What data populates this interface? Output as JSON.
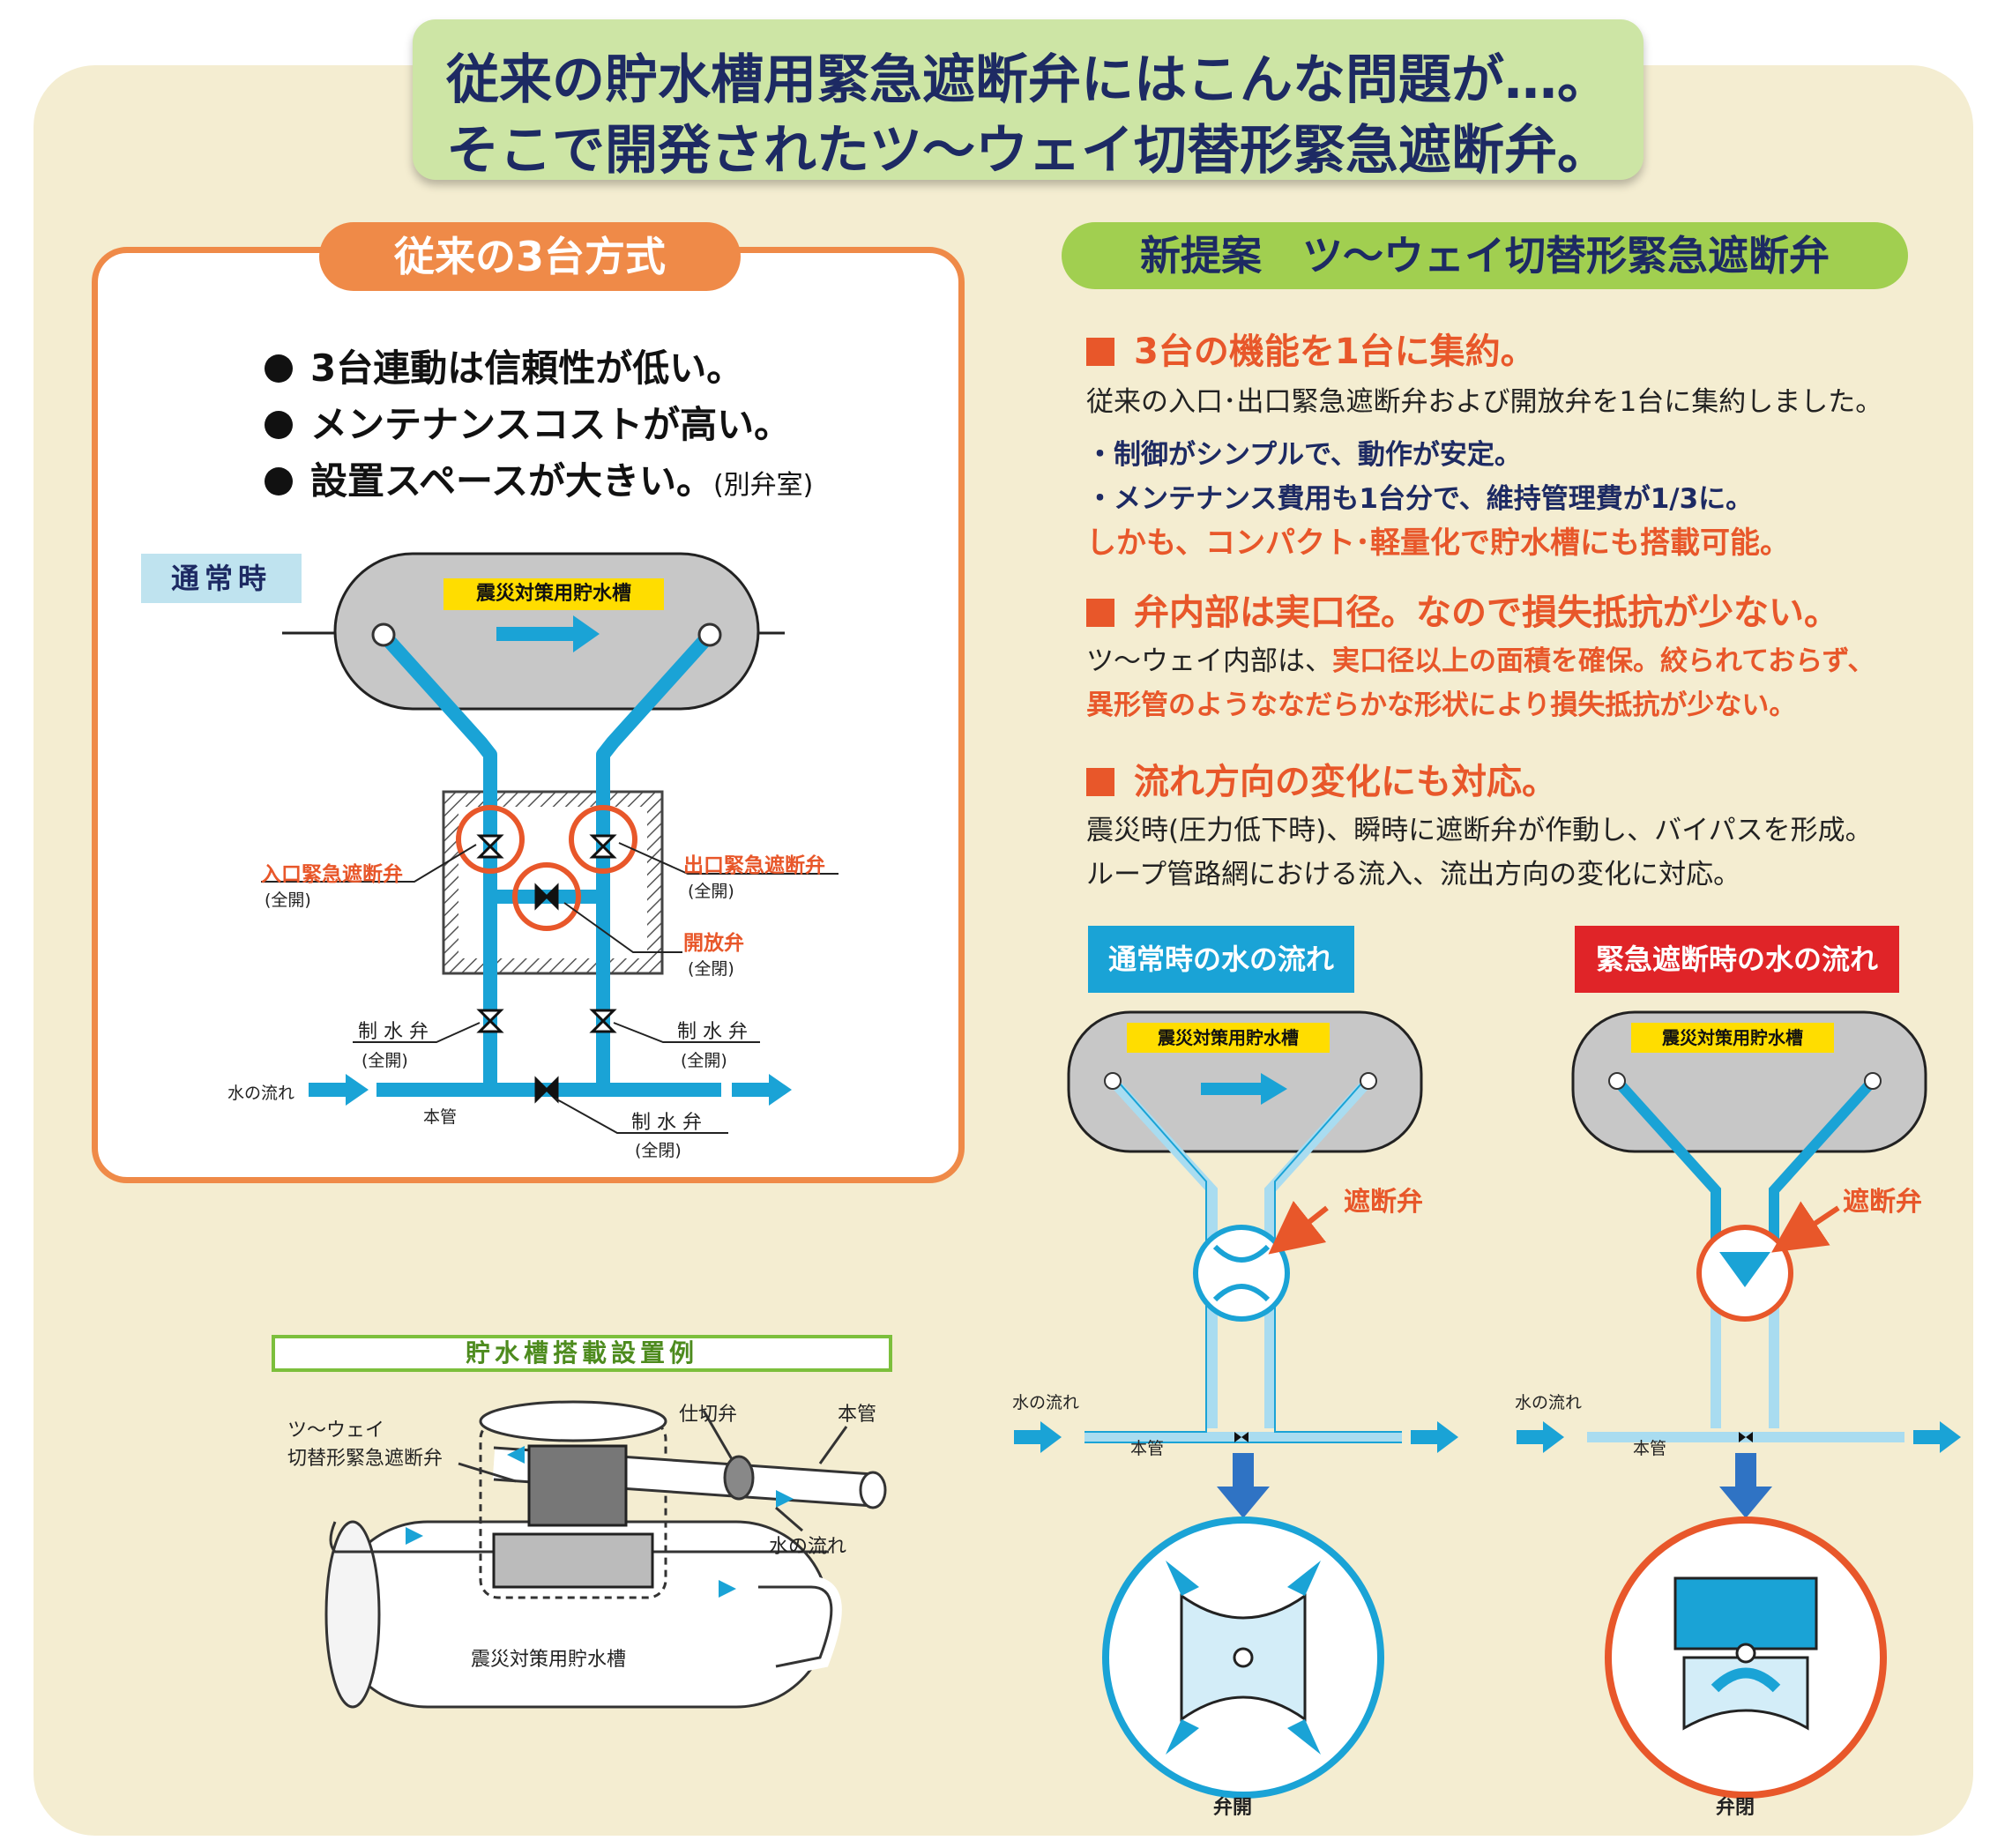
{
  "title": {
    "line1": "従来の貯水槽用緊急遮断弁にはこんな問題が…。",
    "line2": "そこで開発されたツ～ウェイ切替形緊急遮断弁。"
  },
  "old_system": {
    "header": "従来の3台方式",
    "bullets": [
      {
        "text": "3台連動は信頼性が低い。",
        "note": ""
      },
      {
        "text": "メンテナンスコストが高い。",
        "note": ""
      },
      {
        "text": "設置スペースが大きい。",
        "note": "(別弁室)"
      }
    ],
    "diagram": {
      "mode_tag": "通常時",
      "tank_label": "震災対策用貯水槽",
      "inlet_valve": "入口緊急遮断弁",
      "inlet_valve_state": "(全開)",
      "outlet_valve": "出口緊急遮断弁",
      "outlet_valve_state": "(全開)",
      "release_valve": "開放弁",
      "release_valve_state": "(全閉)",
      "control_valve_left": "制 水 弁",
      "control_valve_left_state": "(全開)",
      "control_valve_right": "制 水 弁",
      "control_valve_right_state": "(全開)",
      "control_valve_main": "制 水 弁",
      "control_valve_main_state": "(全閉)",
      "water_flow": "水の流れ",
      "main_pipe": "本管"
    }
  },
  "new_proposal": {
    "header": "新提案　ツ～ウェイ切替形緊急遮断弁",
    "sections": [
      {
        "heading": "3台の機能を1台に集約。",
        "lines": [
          {
            "text": "従来の入口･出口緊急遮断弁および開放弁を1台に集約しました。",
            "style": "plain"
          },
          {
            "text": "・制御がシンプルで、動作が安定。",
            "style": "navy"
          },
          {
            "text": "・メンテナンス費用も1台分で、維持管理費が1/3に。",
            "style": "navy"
          },
          {
            "text": "しかも、コンパクト･軽量化で貯水槽にも搭載可能。",
            "style": "orange"
          }
        ]
      },
      {
        "heading": "弁内部は実口径。なので損失抵抗が少ない。",
        "line1_plain": "ツ～ウェイ内部は、",
        "line1_orange": "実口径以上の面積を確保。絞られておらず、",
        "line2_orange": "異形管のようななだらかな形状により損失抵抗が少ない。"
      },
      {
        "heading": "流れ方向の変化にも対応。",
        "lines": [
          {
            "text": "震災時(圧力低下時)、瞬時に遮断弁が作動し、バイパスを形成。",
            "style": "plain"
          },
          {
            "text": "ループ管路網における流入、流出方向の変化に対応。",
            "style": "plain"
          }
        ]
      }
    ]
  },
  "flow_diagrams": {
    "normal": {
      "tag": "通常時の水の流れ",
      "tank_label": "震災対策用貯水槽",
      "valve_label": "遮断弁",
      "water_flow": "水の流れ",
      "main_pipe": "本管",
      "state_label": "弁開"
    },
    "emergency": {
      "tag": "緊急遮断時の水の流れ",
      "tank_label": "震災対策用貯水槽",
      "valve_label": "遮断弁",
      "water_flow": "水の流れ",
      "main_pipe": "本管",
      "state_label": "弁閉"
    }
  },
  "installation": {
    "tag": "貯水槽搭載設置例",
    "valve_label_1": "ツ～ウェイ",
    "valve_label_2": "切替形緊急遮断弁",
    "gate_valve": "仕切弁",
    "main_pipe": "本管",
    "water_flow": "水の流れ",
    "tank": "震災対策用貯水槽"
  },
  "colors": {
    "pipe_blue": "#1aa3d6",
    "light_blue": "#a9dcf0",
    "orange": "#e8572a",
    "navy": "#1d2a63",
    "green": "#a1cf50",
    "red": "#e02428",
    "tank_gray": "#c7c7c7",
    "background": "#f4edd1"
  }
}
